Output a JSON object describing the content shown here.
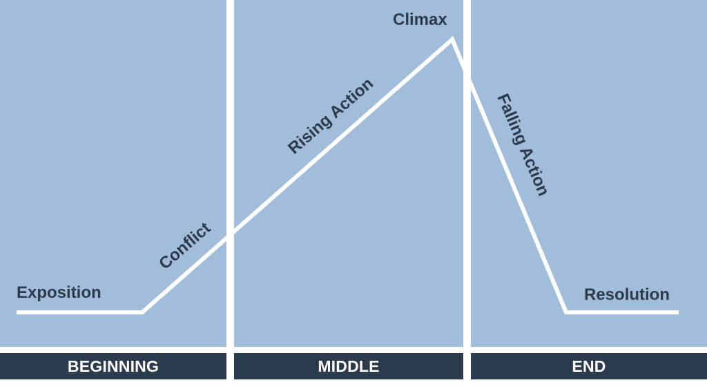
{
  "sections": {
    "beginning": "BEGINNING",
    "middle": "MIDDLE",
    "end": "END"
  },
  "stages": {
    "exposition": "Exposition",
    "conflict": "Conflict",
    "rising_action": "Rising Action",
    "climax": "Climax",
    "falling_action": "Falling Action",
    "resolution": "Resolution"
  },
  "colors": {
    "panel_fill": "#a1bdd9",
    "bar_fill": "#2c3a4d",
    "label_text": "#2c3a4d",
    "line": "#ffffff"
  }
}
